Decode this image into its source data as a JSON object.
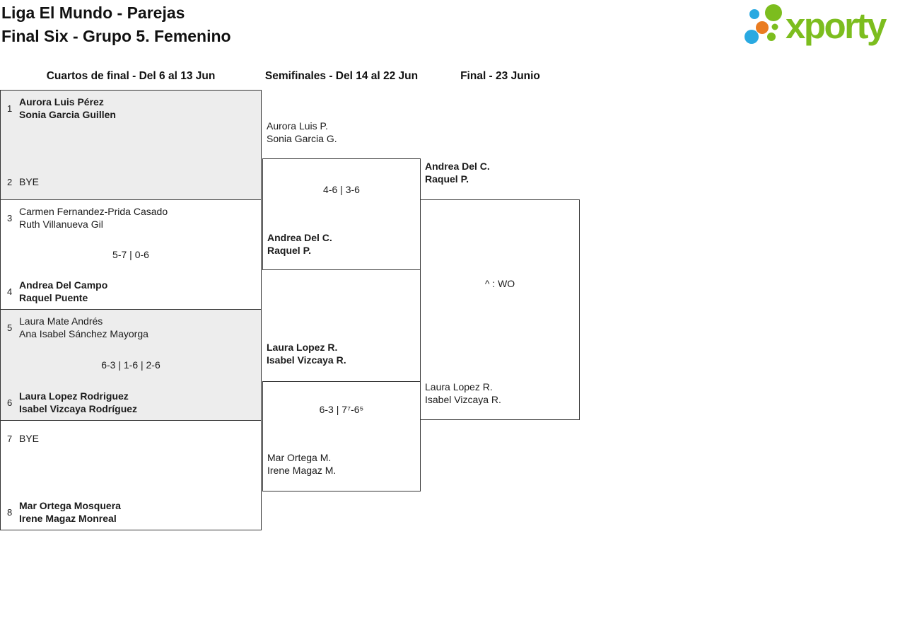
{
  "header": {
    "title_line1": "Liga El Mundo - Parejas",
    "title_line2": "Final Six - Grupo 5. Femenino",
    "logo_text": "xporty"
  },
  "rounds": {
    "quarterfinals_label": "Cuartos de final - Del 6 al 13 Jun",
    "semifinals_label": "Semifinales - Del 14 al 22 Jun",
    "final_label": "Final - 23 Junio"
  },
  "quarterfinals": [
    {
      "top_seed": "1",
      "top_player1": "Aurora Luis Pérez",
      "top_player2": "Sonia Garcia Guillen",
      "score": "",
      "bottom_seed": "2",
      "bottom_player1": "BYE"
    },
    {
      "top_seed": "3",
      "top_player1": "Carmen Fernandez-Prida Casado",
      "top_player2": "Ruth Villanueva Gil",
      "score": "5-7 | 0-6",
      "bottom_seed": "4",
      "bottom_player1": "Andrea Del Campo",
      "bottom_player2": "Raquel Puente"
    },
    {
      "top_seed": "5",
      "top_player1": "Laura Mate Andrés",
      "top_player2": "Ana Isabel Sánchez Mayorga",
      "score": "6-3 | 1-6 | 2-6",
      "bottom_seed": "6",
      "bottom_player1": "Laura Lopez Rodriguez",
      "bottom_player2": "Isabel Vizcaya Rodríguez"
    },
    {
      "top_seed": "7",
      "top_player1": "BYE",
      "score": "",
      "bottom_seed": "8",
      "bottom_player1": "Mar Ortega Mosquera",
      "bottom_player2": "Irene Magaz Monreal"
    }
  ],
  "semifinals": [
    {
      "top_player1": "Aurora Luis P.",
      "top_player2": "Sonia Garcia G.",
      "score": "4-6 | 3-6",
      "winner_player1": "Andrea Del C.",
      "winner_player2": "Raquel P."
    },
    {
      "top_player1": "Laura Lopez R.",
      "top_player2": "Isabel Vizcaya R.",
      "score": "6-3 | 7⁷-6⁵",
      "bottom_player1": "Mar Ortega M.",
      "bottom_player2": "Irene Magaz M."
    }
  ],
  "final": {
    "top_player1": "Andrea Del C.",
    "top_player2": "Raquel P.",
    "score": "^ : WO",
    "bottom_player1": "Laura Lopez R.",
    "bottom_player2": "Isabel Vizcaya R."
  },
  "colors": {
    "brand_green": "#7cbd1e",
    "brand_blue": "#29a9e1",
    "brand_orange": "#ea7c21",
    "match_box_fill": "#ededed",
    "box_border": "#333333",
    "text": "#1b1b1b"
  }
}
